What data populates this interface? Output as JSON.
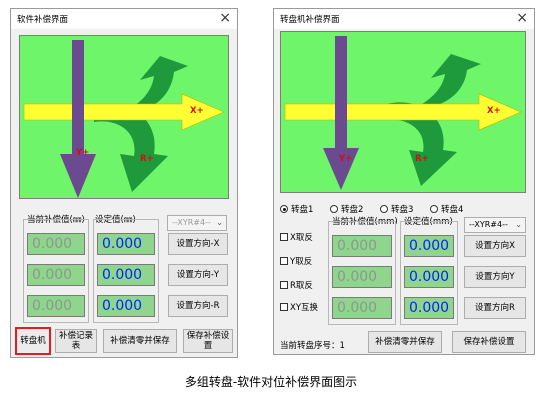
{
  "caption": "多组转盘-软件对位补偿界面图示",
  "colors": {
    "canvas_green": "#6ef56a",
    "value_green": "#8fd58e",
    "set_value_blue": "#0026ff",
    "highlight_red": "#e61c1c",
    "arrow_yellow": "#ffff33",
    "arrow_purple": "#6b4a8f",
    "arrow_green": "#1e9a3c"
  },
  "left_window": {
    "title": "软件补偿界面",
    "close": "×",
    "axis_labels": {
      "x": "X+",
      "y": "Y+",
      "r": "R+"
    },
    "current_header": "当前补偿值(㎜)",
    "set_header": "设定值(㎜)",
    "combo": "--XYR#4--",
    "rows": [
      {
        "current": "0.000",
        "set": "0.000",
        "button": "设置方向-X"
      },
      {
        "current": "0.000",
        "set": "0.000",
        "button": "设置方向-Y"
      },
      {
        "current": "0.000",
        "set": "0.000",
        "button": "设置方向-R"
      }
    ],
    "bottom_buttons": [
      "转盘机",
      "补偿记录\n表",
      "补偿清零并保存",
      "保存补偿设\n置"
    ]
  },
  "right_window": {
    "title": "转盘机补偿界面",
    "close": "×",
    "axis_labels": {
      "x": "X+",
      "y": "Y+",
      "r": "R+"
    },
    "radios": [
      {
        "label": "转盘1",
        "checked": true
      },
      {
        "label": "转盘2",
        "checked": false
      },
      {
        "label": "转盘3",
        "checked": false
      },
      {
        "label": "转盘4",
        "checked": false
      }
    ],
    "checks": [
      "X取反",
      "Y取反",
      "R取反",
      "XY互换"
    ],
    "current_header": "当前补偿值(mm)",
    "set_header": "设定值(mm)",
    "combo": "--XYR#4--",
    "rows": [
      {
        "current": "0.000",
        "set": "0.000",
        "button": "设置方向X"
      },
      {
        "current": "0.000",
        "set": "0.000",
        "button": "设置方向Y"
      },
      {
        "current": "0.000",
        "set": "0.000",
        "button": "设置方向R"
      }
    ],
    "status_label": "当前转盘序号：1",
    "bottom_buttons": [
      "补偿清零并保存",
      "保存补偿设置"
    ]
  }
}
